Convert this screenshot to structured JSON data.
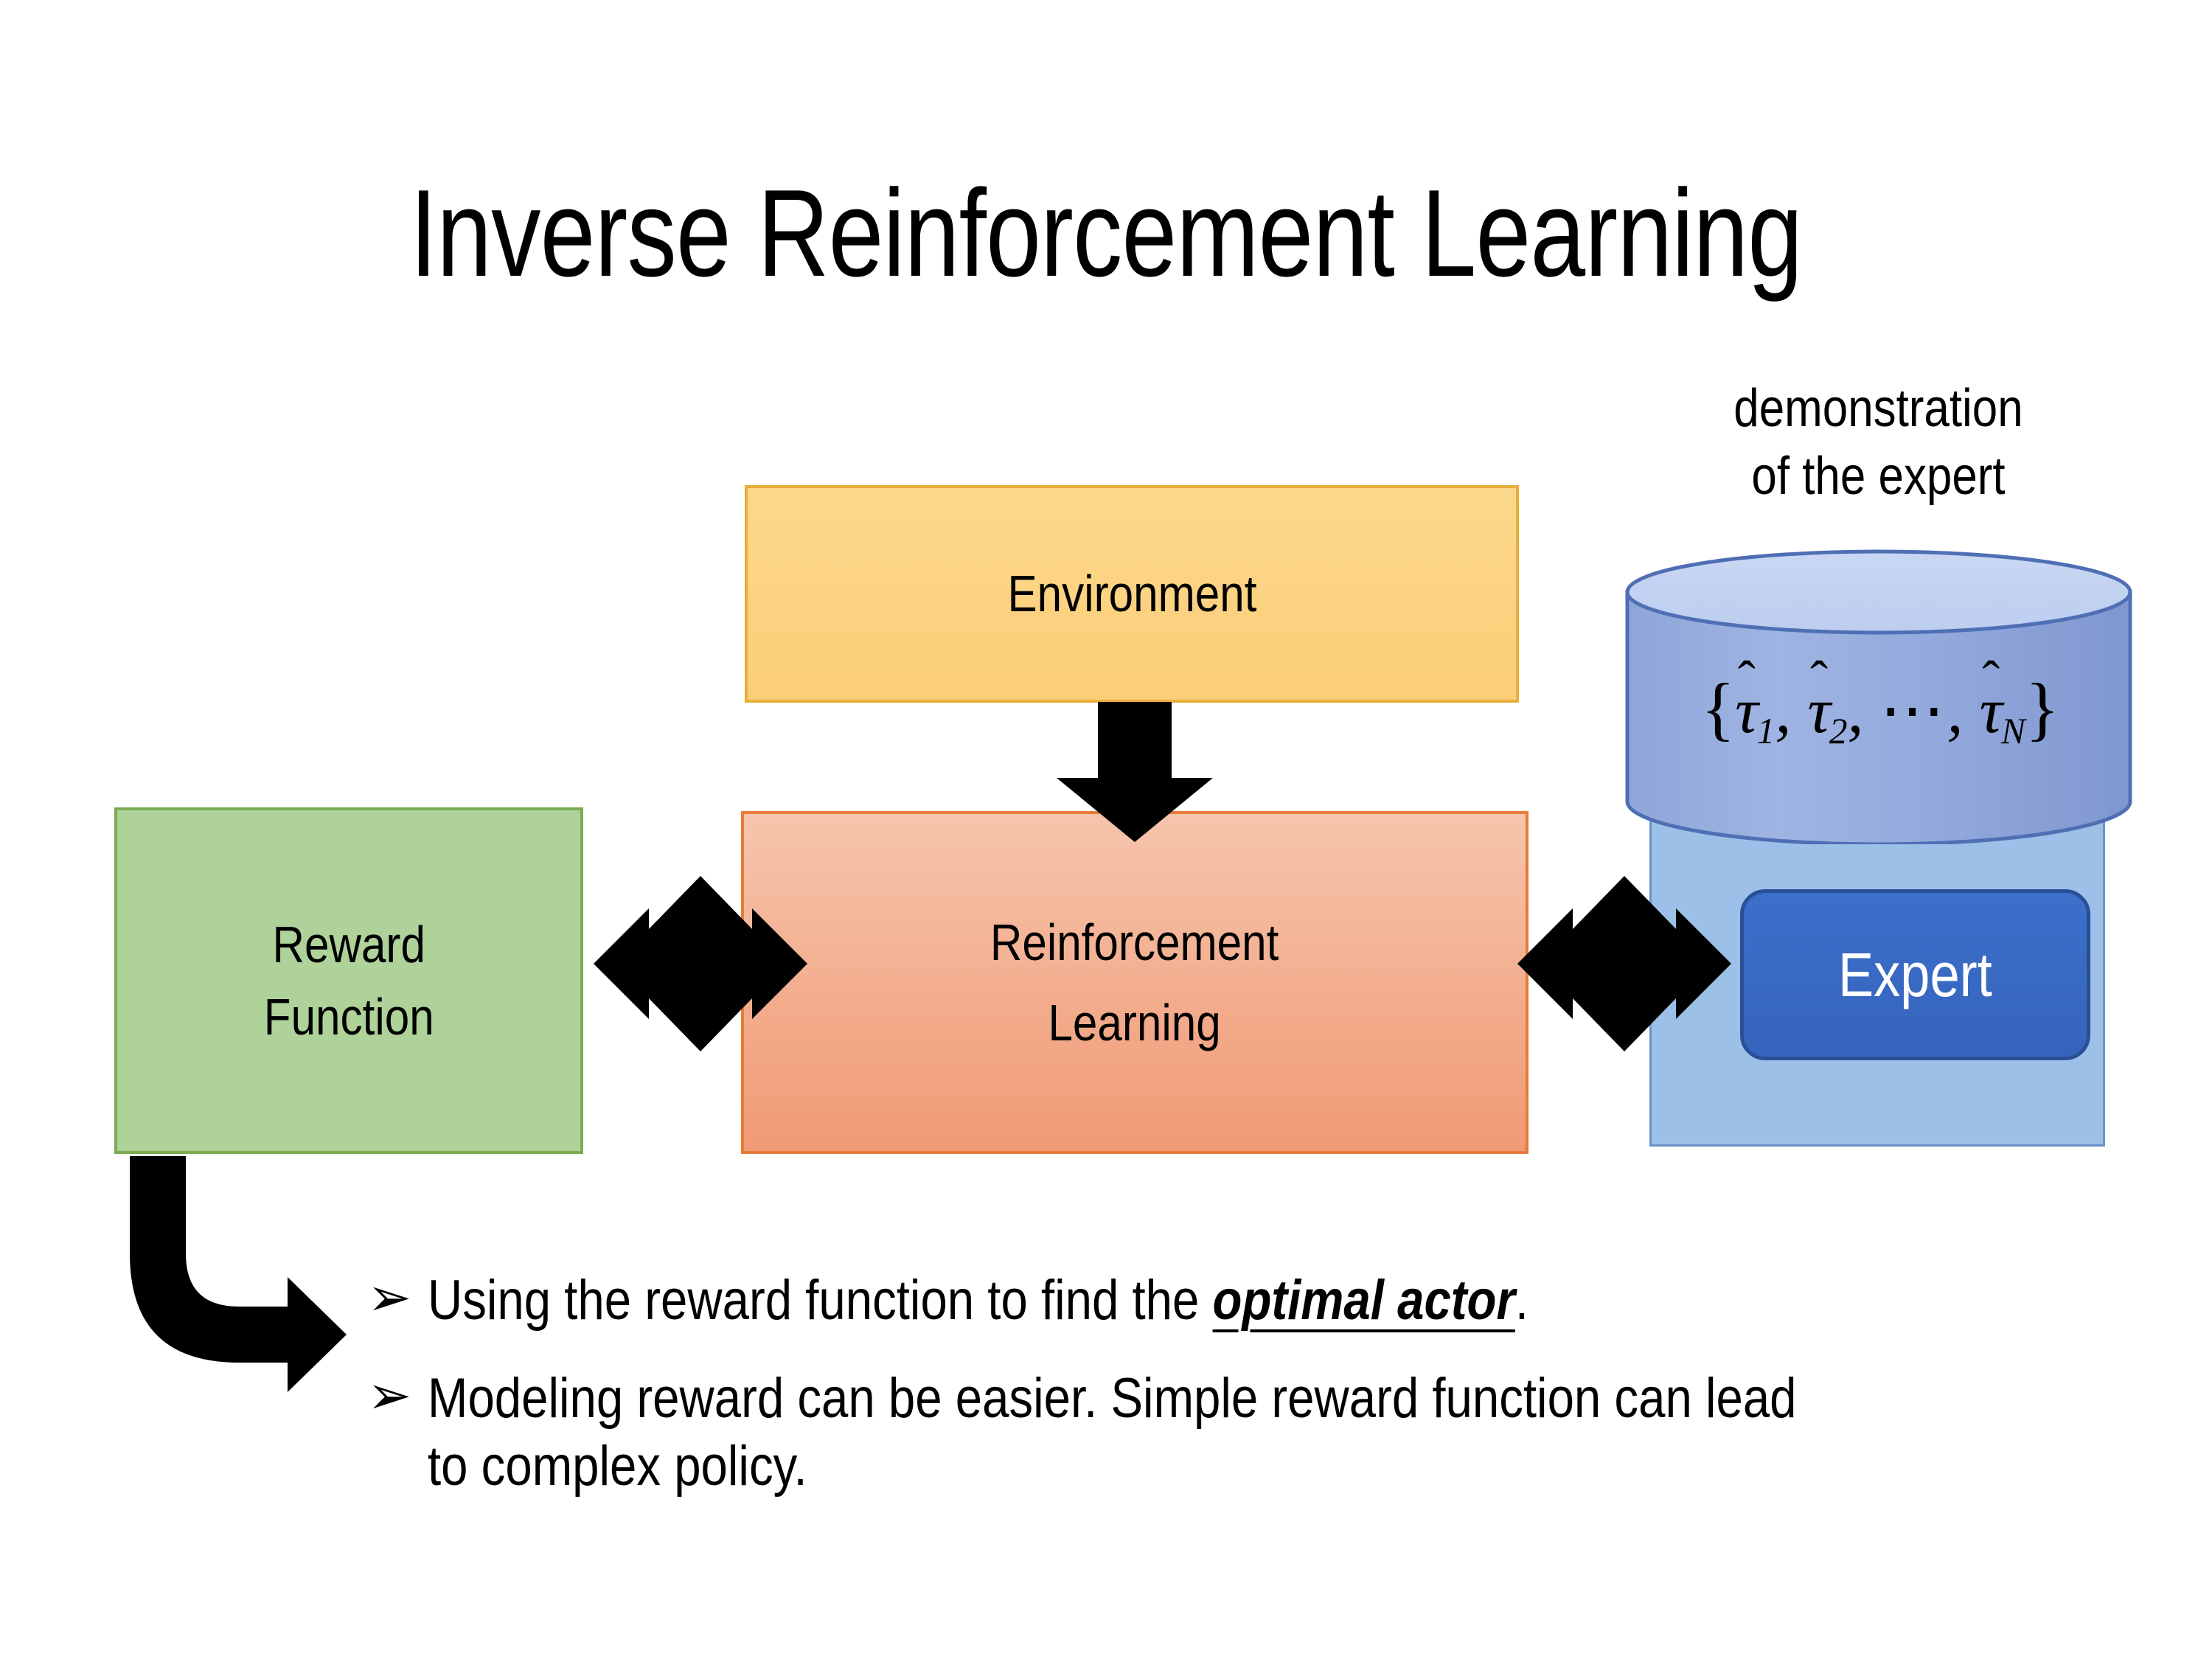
{
  "slide": {
    "title": "Inverse Reinforcement Learning",
    "background_color": "#FFFFFF"
  },
  "diagram": {
    "environment": {
      "label": "Environment",
      "fill_color": "#FBD281",
      "border_color": "#E8AE3B"
    },
    "reinforcement_learning": {
      "label": "Reinforcement\nLearning",
      "fill_color": "#F3B193",
      "border_color": "#E87B39"
    },
    "reward_function": {
      "label": "Reward\nFunction",
      "fill_color": "#AED299",
      "border_color": "#7CAC53"
    },
    "demonstration": {
      "caption": "demonstration\nof the expert",
      "formula_plain": "{τ̂₁, τ̂₂, ⋯, τ̂N}",
      "formula_parts": {
        "open_brace": "{",
        "tau": "τ",
        "hat": "^",
        "sub1": "1",
        "sub2": "2",
        "subN": "N",
        "comma": ",",
        "dots": "⋯",
        "close_brace": "}"
      },
      "cylinder_top_color": "#C6D5F1",
      "cylinder_body_color": "#93A9DC",
      "cylinder_border_color": "#4F6FB5"
    },
    "expert": {
      "label": "Expert",
      "chip_fill_color": "#3A68C4",
      "chip_border_color": "#2B4F96",
      "container_fill_color": "#9DC0E8",
      "container_border_color": "#6A92C8",
      "label_color": "#FFFFFF"
    },
    "arrows": {
      "environment_to_rl": "down-arrow",
      "reward_to_rl": "four-way-arrow",
      "rl_to_expert": "four-way-arrow",
      "reward_elbow": "bent-arrow-down-right",
      "arrow_color": "#000000"
    }
  },
  "bullets": {
    "marker": "➢",
    "items": [
      {
        "prefix": "Using the reward function to find the ",
        "emphasis": "optimal actor",
        "suffix": "."
      },
      {
        "prefix": "Modeling reward can be easier. Simple reward function can lead to complex policy.",
        "emphasis": "",
        "suffix": ""
      }
    ]
  }
}
